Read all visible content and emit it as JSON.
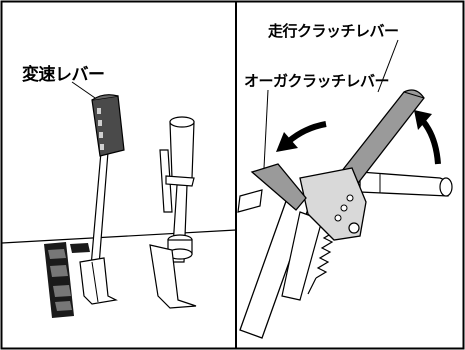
{
  "labels": {
    "shift_lever": "変速レバー",
    "travel_clutch_lever": "走行クラッチレバー",
    "auger_clutch_lever": "オーガクラッチレバー"
  },
  "colors": {
    "outline": "#000000",
    "grip_dark": "#4a4a4a",
    "lever_gray": "#9a9a9a",
    "light_gray": "#d9d9d9",
    "white": "#ffffff"
  },
  "icons": [
    "arrow-left-curved-icon",
    "arrow-right-curved-icon"
  ]
}
